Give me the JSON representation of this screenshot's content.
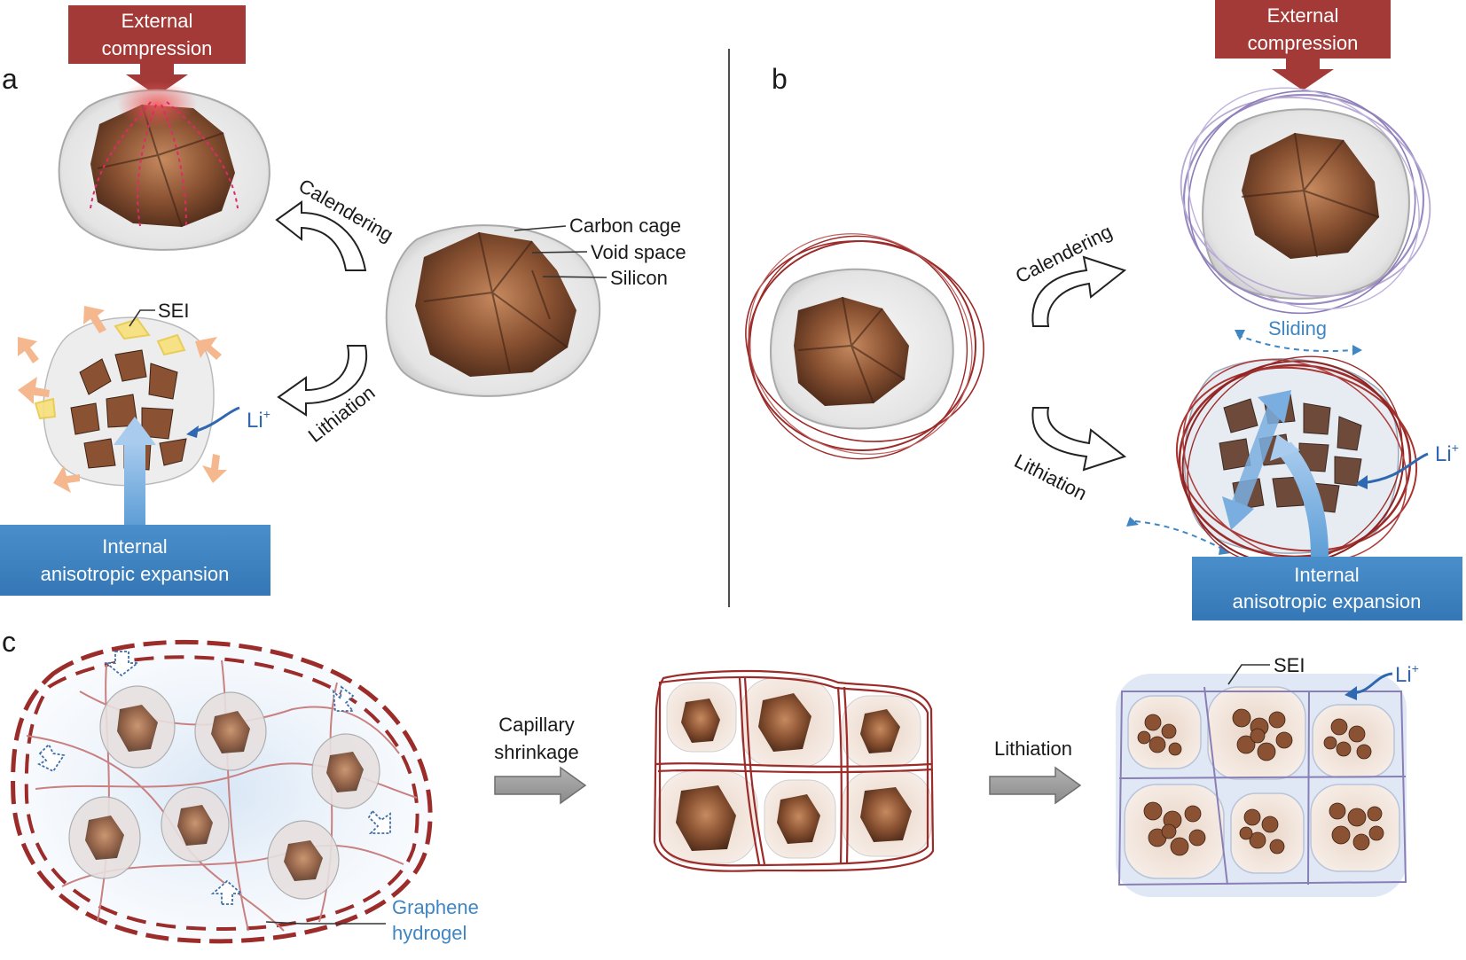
{
  "panels": {
    "a": {
      "letter": "a",
      "compression_label": [
        "External",
        "compression"
      ],
      "calendering": "Calendering",
      "lithiation": "Lithiation",
      "labels": {
        "carbon_cage": "Carbon cage",
        "void_space": "Void space",
        "silicon": "Silicon"
      },
      "sei": "SEI",
      "li": "Li",
      "li_sup": "+",
      "expansion_label": [
        "Internal",
        "anisotropic expansion"
      ]
    },
    "b": {
      "letter": "b",
      "compression_label": [
        "External",
        "compression"
      ],
      "calendering": "Calendering",
      "lithiation": "Lithiation",
      "sliding": "Sliding",
      "li": "Li",
      "li_sup": "+",
      "expansion_label": [
        "Internal",
        "anisotropic expansion"
      ]
    },
    "c": {
      "letter": "c",
      "capillary": [
        "Capillary",
        "shrinkage"
      ],
      "lithiation": "Lithiation",
      "graphene": [
        "Graphene",
        "hydrogel"
      ],
      "sei": "SEI",
      "li": "Li",
      "li_sup": "+"
    }
  },
  "colors": {
    "compression_red": "#a43a37",
    "expansion_blue": "#3f86c4",
    "silicon_brown": "#7a4a30",
    "cage_gray": "#d4d4d4",
    "graphene_red": "#9b2c2a",
    "li_blue": "#2f68b0"
  },
  "icons": [
    "down-arrow-icon",
    "curved-arrow-icon",
    "right-arrow-icon",
    "li-arrow-icon"
  ]
}
